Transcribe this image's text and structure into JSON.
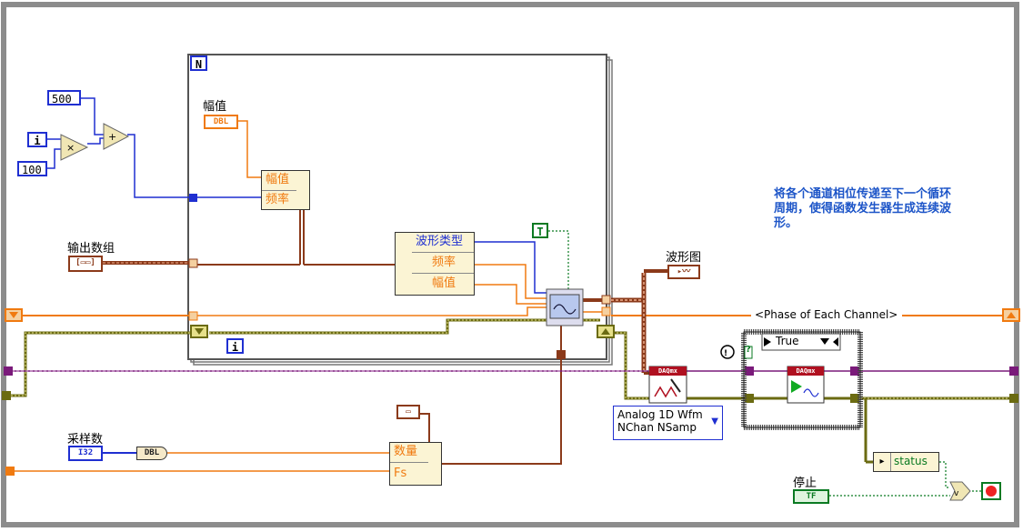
{
  "constants": {
    "c500": "500",
    "c100": "100",
    "iter_i": "i",
    "loop_n": "N",
    "loop_i": "i",
    "true_const": "T"
  },
  "labels": {
    "amplitude": "幅值",
    "output_array": "输出数组",
    "sample_count": "采样数",
    "waveform_graph": "波形图",
    "stop": "停止",
    "phase_channel": "<Phase of Each Channel>",
    "status": "status"
  },
  "bundle_top": {
    "amplitude": "幅值",
    "frequency": "频率"
  },
  "bundle_mid": {
    "wave_type": "波形类型",
    "frequency": "频率",
    "amplitude": "幅值"
  },
  "bundle_bottom": {
    "count": "数量",
    "fs": "Fs"
  },
  "terminals": {
    "dbl": "DBL",
    "dbl2": "DBL",
    "i32": "I32",
    "tf": "TF"
  },
  "daqmx": {
    "label1": "DAQmx",
    "label2": "DAQmx",
    "polymorph_line1": "Analog 1D Wfm",
    "polymorph_line2": "NChan NSamp"
  },
  "case": {
    "selector": "True",
    "error_cluster": "?"
  },
  "annotation": {
    "line1": "将各个通道相位传递至下一个循环",
    "line2": "周期，使得函数发生器生成连续波",
    "line3": "形。"
  },
  "colors": {
    "dbl_orange": "#f07a10",
    "int_blue": "#1f2fd1",
    "cluster_brown": "#8b3a1a",
    "bool_green": "#0a7a22",
    "error_yellow": "#6b6b12",
    "refnum_purple": "#7a1a7a"
  }
}
